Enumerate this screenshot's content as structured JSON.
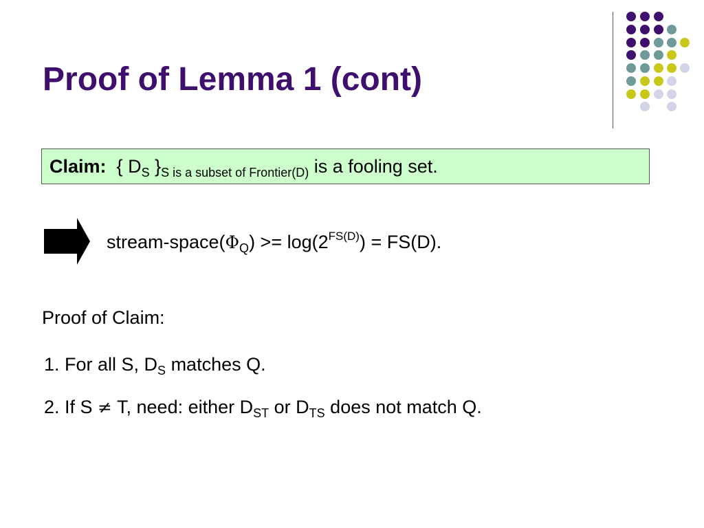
{
  "slide": {
    "title": "Proof of Lemma 1 (cont)",
    "colors": {
      "title": "#3f0f6e",
      "claim_background": "#ccffcc",
      "dot_purple": "#3f0f6e",
      "dot_teal": "#6f9a9a",
      "dot_olive": "#c8c81a",
      "dot_lavender": "#d4d4e8"
    }
  },
  "claim": {
    "label": "Claim:",
    "set_open": "{ D",
    "set_sub": "S",
    "set_close": " }",
    "condition_sub": "S is a subset of Frontier(D)",
    "text": " is a fooling set."
  },
  "implication": {
    "icon": "right-arrow-icon",
    "prefix": "stream-space(",
    "phi": "Φ",
    "phi_sub": "Q",
    "middle": ") >= log(2",
    "exp": "FS(D)",
    "suffix": ") = FS(D)."
  },
  "proof": {
    "heading": "Proof of Claim:",
    "item1": {
      "before": "1. For all S, D",
      "sub": "S",
      "after": " matches Q."
    },
    "item2": {
      "before": "2. If S ",
      "neq": "≠",
      "mid": " T, need: either D",
      "sub1": "ST",
      "mid2": " or D",
      "sub2": "TS",
      "after": " does not match Q."
    }
  }
}
